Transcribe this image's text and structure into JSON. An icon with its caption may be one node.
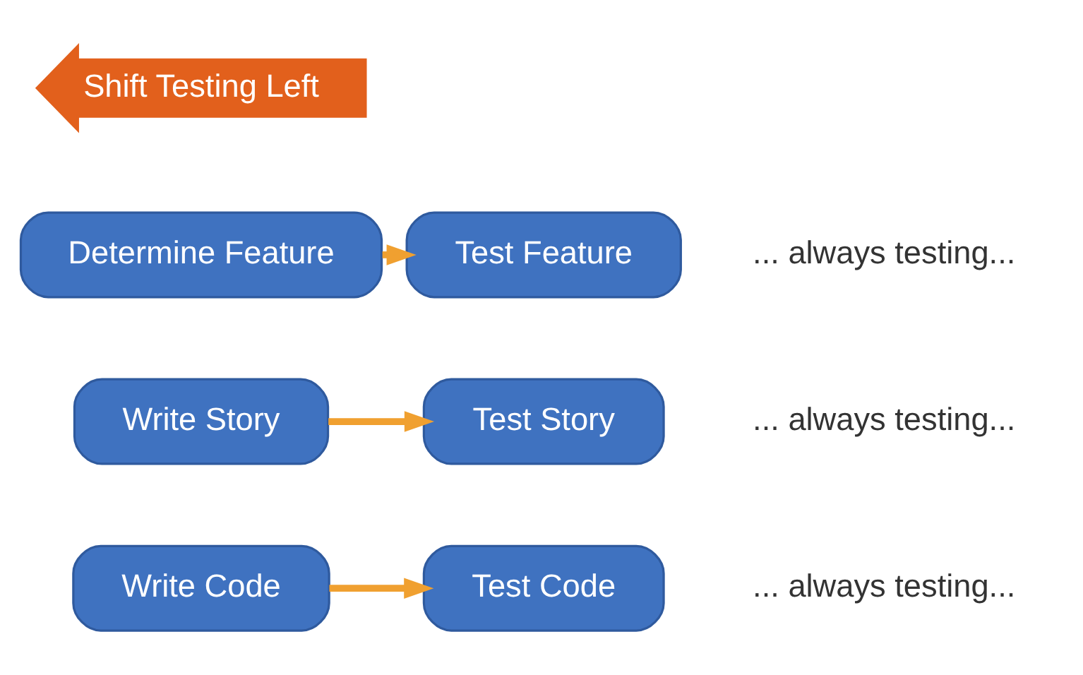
{
  "diagram": {
    "nodes": [
      {
        "text": [
          "Shift Testing Left"
        ]
      },
      {
        "text": [
          "Determine Feature"
        ]
      },
      {
        "text": [
          "Test Feature"
        ],
        "beside": [
          "... always testing..."
        ]
      },
      {
        "text": [
          "Write Story"
        ]
      },
      {
        "text": [
          "Test Story"
        ],
        "beside": [
          "... always testing..."
        ]
      },
      {
        "text": [
          "Write Code"
        ]
      },
      {
        "text": [
          "Test Code"
        ],
        "beside": [
          "... always testing..."
        ]
      }
    ],
    "edges": [
      {
        "from": 1,
        "to": 2,
        "arrow": "to"
      },
      {
        "from": 3,
        "to": 4,
        "arrow": "to"
      },
      {
        "from": 5,
        "to": 6,
        "arrow": "to"
      }
    ]
  }
}
